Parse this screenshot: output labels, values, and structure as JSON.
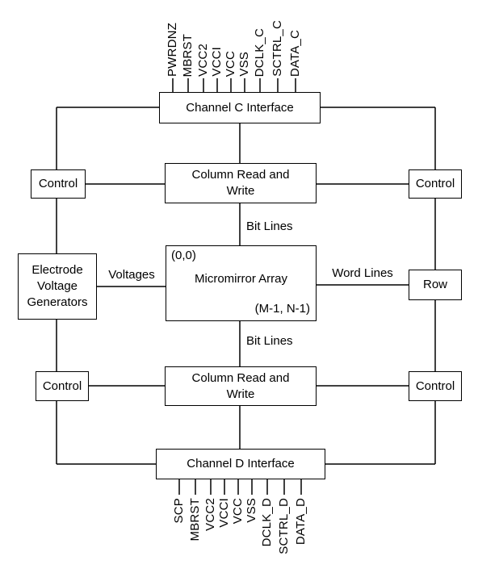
{
  "colors": {
    "ink": "#000000",
    "background": "#ffffff"
  },
  "blocks": {
    "channel_c": "Channel C Interface",
    "column_rw_top": "Column Read and Write",
    "control_top_left": "Control",
    "control_top_right": "Control",
    "evg": "Electrode Voltage Generators",
    "mma": "Micromirror Array",
    "mma_origin": "(0,0)",
    "mma_corner": "(M-1, N-1)",
    "row": "Row",
    "control_bottom_left": "Control",
    "control_bottom_right": "Control",
    "column_rw_bottom": "Column Read and Write",
    "channel_d": "Channel D Interface"
  },
  "edge_labels": {
    "bit_lines_top": "Bit Lines",
    "bit_lines_bottom": "Bit Lines",
    "voltages": "Voltages",
    "word_lines": "Word Lines"
  },
  "pins_top": [
    "PWRDNZ",
    "MBRST",
    "VCC2",
    "VCCI",
    "VCC",
    "VSS",
    "DCLK_C",
    "SCTRL_C",
    "DATA_C"
  ],
  "pins_bottom": [
    "SCP",
    "MBRST",
    "VCC2",
    "VCCI",
    "VCC",
    "VSS",
    "DCLK_D",
    "SCTRL_D",
    "DATA_D"
  ]
}
